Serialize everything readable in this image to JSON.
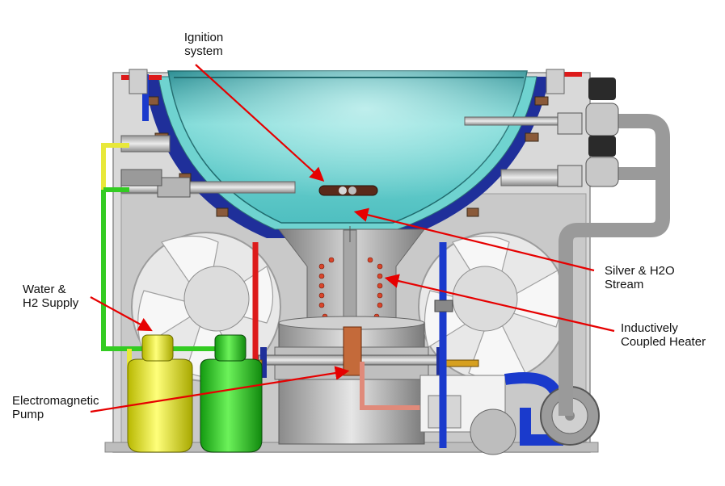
{
  "labels": {
    "ignition": "Ignition\nsystem",
    "silver_stream": "Silver & H2O\nStream",
    "inductive_heater": "Inductively\nCoupled Heater",
    "water_supply": "Water &\nH2 Supply",
    "em_pump": "Electromagnetic\nPump"
  },
  "colors": {
    "arrow": "#e60000",
    "vessel": "#59c8c8",
    "vessel_dark": "#3a9b9e",
    "flange_blue": "#1f2f9a",
    "pipe_green": "#33cc22",
    "pipe_yellow": "#e8e83a",
    "pipe_red": "#dd1a1a",
    "pipe_blue": "#1a3acc",
    "housing_grey": "#c8c8c8",
    "coil_copper": "#c46a3a",
    "tank_yellow": "#e6e620",
    "tank_green": "#2ecc22"
  }
}
